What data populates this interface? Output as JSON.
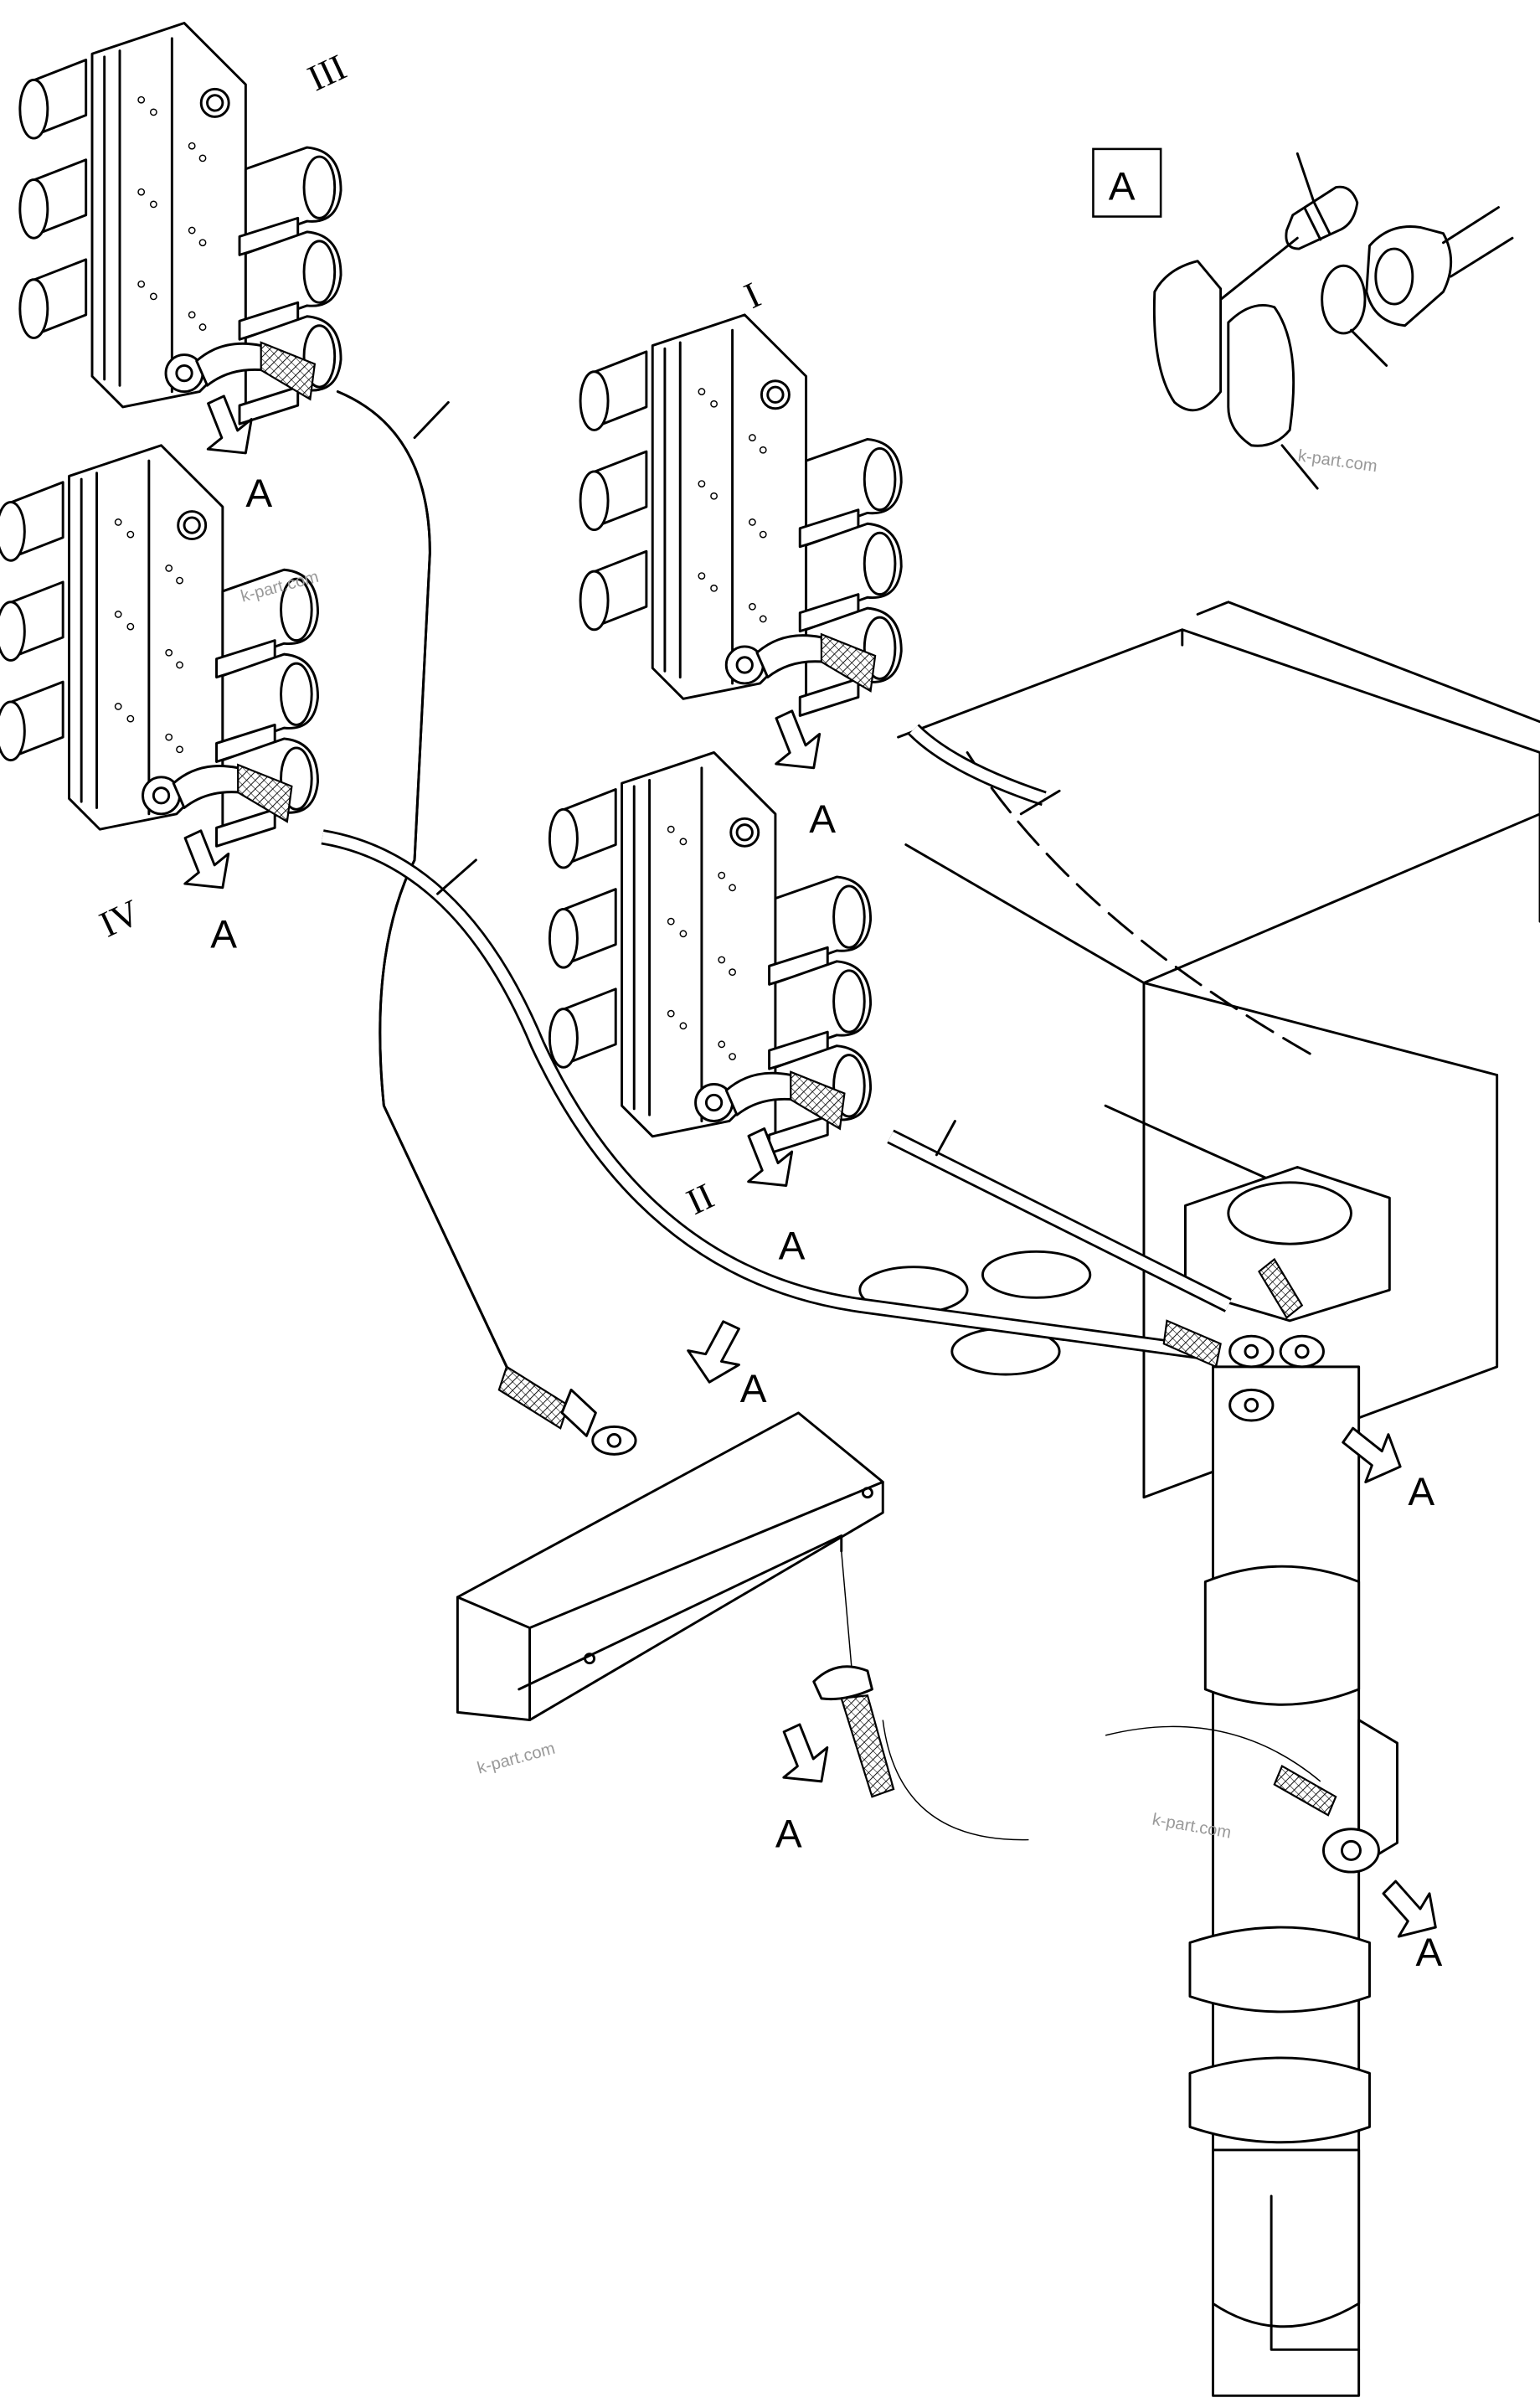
{
  "detail_box": {
    "label": "A"
  },
  "valve_banks": [
    {
      "numeral": "III",
      "callout": "A"
    },
    {
      "numeral": "IV",
      "callout": "A"
    },
    {
      "numeral": "I",
      "callout": "A"
    },
    {
      "numeral": "II",
      "callout": "A"
    }
  ],
  "connection_callouts": [
    "A",
    "A",
    "A",
    "A"
  ],
  "watermark": "k-part.com",
  "colors": {
    "line": "#000000",
    "background": "#ffffff",
    "watermark": "#999999"
  }
}
